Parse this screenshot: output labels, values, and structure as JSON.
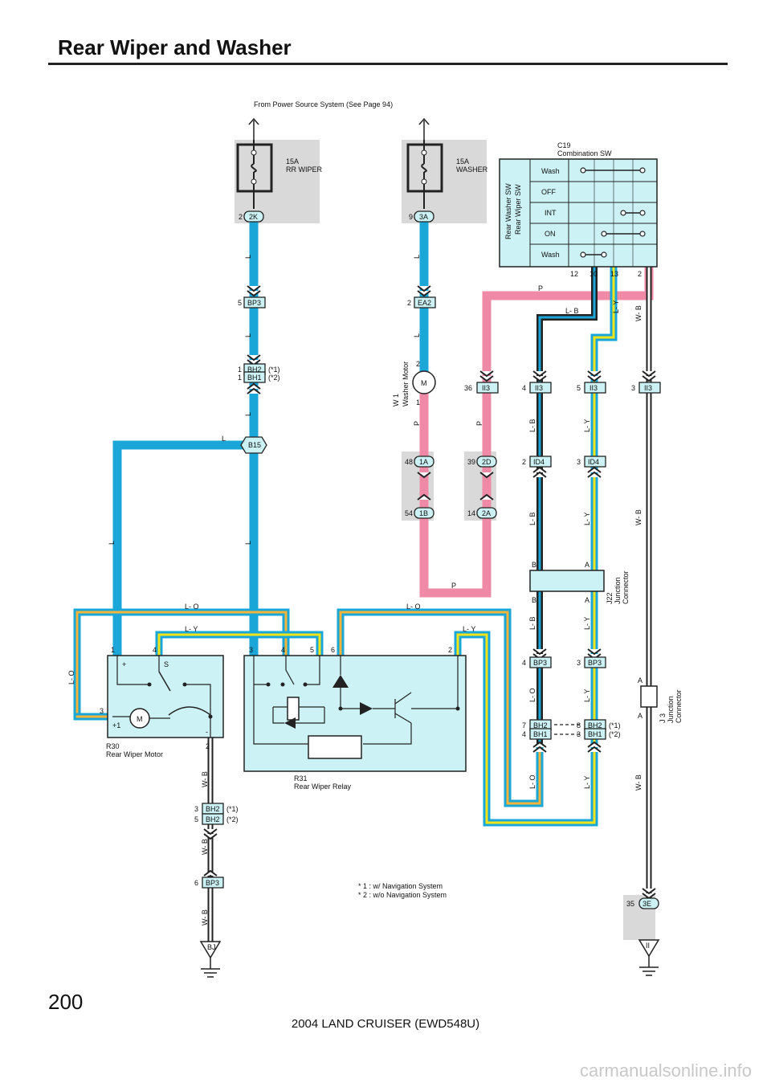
{
  "page": {
    "title": "Rear Wiper and Washer",
    "page_number": "200",
    "footer": "2004 LAND CRUISER (EWD548U)",
    "watermark": "carmanualsonline.info"
  },
  "power_source": "From Power Source System (See Page 94)",
  "fuses": [
    {
      "amp": "15A",
      "name": "RR WIPER",
      "pin": "2",
      "connector": "2K"
    },
    {
      "amp": "15A",
      "name": "WASHER",
      "pin": "9",
      "connector": "3A"
    }
  ],
  "combination_switch": {
    "code": "C19",
    "name": "Combination SW",
    "rear_washer_label": "Rear Washer SW",
    "rear_wiper_label": "Rear Wiper SW",
    "positions": [
      "Wash",
      "OFF",
      "INT",
      "ON",
      "Wash"
    ],
    "pins": [
      "12",
      "10",
      "13",
      "2"
    ]
  },
  "wire_labels": {
    "L": "L",
    "P": "P",
    "LB": "L- B",
    "LY": "L- Y",
    "WB": "W- B",
    "LO": "L- O",
    "P_label": "P",
    "LB_label": "L- B"
  },
  "connectors": {
    "bp3_5": {
      "pin": "5",
      "code": "BP3"
    },
    "ea2_2": {
      "pin": "2",
      "code": "EA2"
    },
    "bh2_1": {
      "pin": "1",
      "code": "BH2",
      "note": "(*1)"
    },
    "bh1_1": {
      "pin": "1",
      "code": "BH1",
      "note": "(*2)"
    },
    "b15": "B15",
    "ii3_36": {
      "pin": "36",
      "code": "II3"
    },
    "ii3_4": {
      "pin": "4",
      "code": "II3"
    },
    "ii3_5": {
      "pin": "5",
      "code": "II3"
    },
    "ii3_3": {
      "pin": "3",
      "code": "II3"
    },
    "c1a_48": {
      "pin": "48",
      "code": "1A"
    },
    "c1b_54": {
      "pin": "54",
      "code": "1B"
    },
    "c2d_39": {
      "pin": "39",
      "code": "2D"
    },
    "c2a_14": {
      "pin": "14",
      "code": "2A"
    },
    "id4_2": {
      "pin": "2",
      "code": "ID4"
    },
    "id4_3": {
      "pin": "3",
      "code": "ID4"
    },
    "bp3_4": {
      "pin": "4",
      "code": "BP3"
    },
    "bp3_3": {
      "pin": "3",
      "code": "BP3"
    },
    "bh2_7": {
      "pin": "7",
      "code": "BH2"
    },
    "bh1_4": {
      "pin": "4",
      "code": "BH1"
    },
    "bh2_8": {
      "pin": "8",
      "code": "BH2",
      "note": "(*1)"
    },
    "bh1_3": {
      "pin": "3",
      "code": "BH1",
      "note": "(*2)"
    },
    "bh2_3": {
      "pin": "3",
      "code": "BH2",
      "note": "(*1)"
    },
    "bh2_5": {
      "pin": "5",
      "code": "BH2",
      "note": "(*2)"
    },
    "bp3_6": {
      "pin": "6",
      "code": "BP3"
    },
    "e3_35": {
      "pin": "35",
      "code": "3E"
    },
    "ground_bj": "BJ",
    "ground_ii": "II"
  },
  "washer_motor": {
    "code": "W 1",
    "name": "Washer Motor",
    "pin_top": "2",
    "pin_bottom": "1",
    "symbol": "M"
  },
  "junction_j22": {
    "code": "J22",
    "name1": "Junction",
    "name2": "Connector",
    "pin_a": "A",
    "pin_b": "B"
  },
  "junction_j3": {
    "code": "J 3",
    "name1": "Junction",
    "name2": "Connector",
    "pin_a": "A"
  },
  "rear_wiper_motor": {
    "code": "R30",
    "name": "Rear Wiper Motor",
    "pins": [
      "1",
      "4",
      "3",
      "2"
    ],
    "plus": "+",
    "s": "S",
    "plus1": "+1",
    "minus": "-",
    "symbol": "M"
  },
  "rear_wiper_relay": {
    "code": "R31",
    "name": "Rear Wiper Relay",
    "pins": [
      "3",
      "4",
      "5",
      "6",
      "2"
    ]
  },
  "notes": [
    "* 1 : w/ Navigation System",
    "* 2 : w/o Navigation System"
  ],
  "colors": {
    "blue": "#1aa7d8",
    "pink": "#ee8aa6",
    "orange": "#f2b43a",
    "yellow": "#f2e41a",
    "panel": "#ccf2f5",
    "shade": "#d9d9d9"
  }
}
